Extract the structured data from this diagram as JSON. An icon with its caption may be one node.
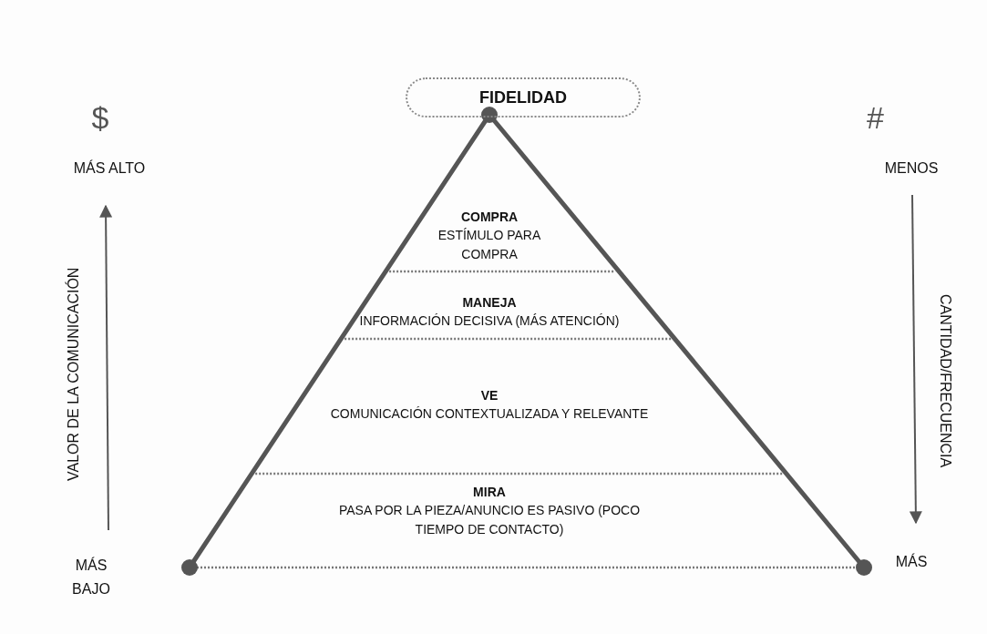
{
  "diagram": {
    "nodes": [
      {
        "text": [
          "FIDELIDAD"
        ]
      },
      {
        "text": [
          "COMPRA",
          "ESTÍMULO PARA COMPRA"
        ]
      },
      {
        "text": [
          "MANEJA",
          "INFORMACIÓN DECISIVA (MÁS ATENCIÓN)"
        ]
      },
      {
        "text": [
          "VE",
          "COMUNICACIÓN CONTEXTUALIZADA Y RELEVANTE"
        ]
      },
      {
        "text": [
          "MIRA",
          "PASA POR LA PIEZA/ANUNCIO ES PASIVO (POCO TIEMPO DE CONTACTO)"
        ]
      }
    ],
    "labels": [
      "$",
      "#",
      "MÁS ALTO",
      "MENOS",
      "VALOR DE LA COMUNICACIÓN",
      "CANTIDAD/FRECUENCIA",
      "MÁS BAJO",
      "MÁS"
    ]
  }
}
